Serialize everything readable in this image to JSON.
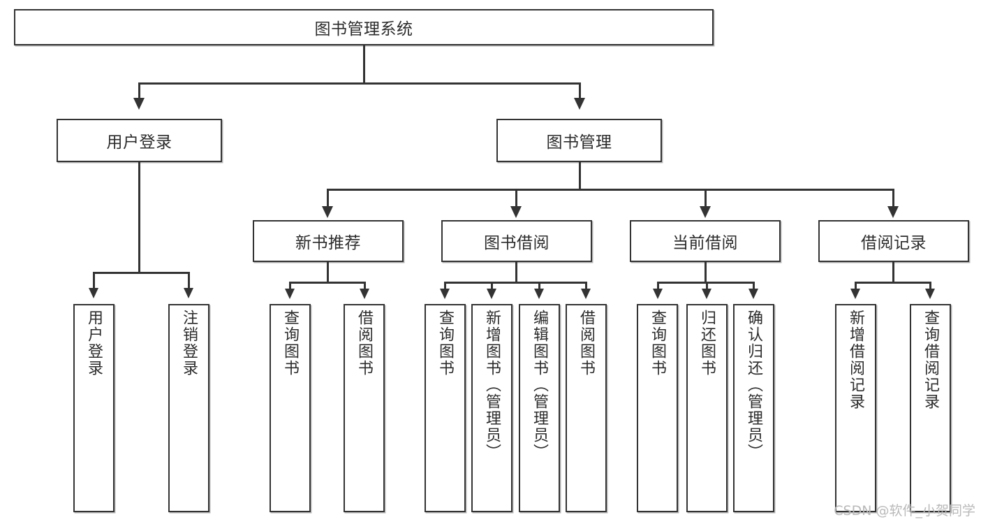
{
  "diagram": {
    "type": "hierarchy-tree",
    "title": "图书管理系统",
    "orientation": "top-down",
    "watermark": "CSDN @软件_小贺同学",
    "colors": {
      "box_border": "#333333",
      "box_fill": "#ffffff",
      "connector": "#333333",
      "text": "#2b2b2b",
      "watermark": "#b9b9b9"
    }
  },
  "nodes": {
    "root": {
      "label": "图书管理系统",
      "level": 1
    },
    "level2": [
      {
        "id": "user-login",
        "label": "用户登录"
      },
      {
        "id": "book-management",
        "label": "图书管理"
      }
    ],
    "level3": [
      {
        "id": "new-book-recommend",
        "label": "新书推荐",
        "parent": "book-management"
      },
      {
        "id": "book-borrow",
        "label": "图书借阅",
        "parent": "book-management"
      },
      {
        "id": "current-borrow",
        "label": "当前借阅",
        "parent": "book-management"
      },
      {
        "id": "borrow-record",
        "label": "借阅记录",
        "parent": "book-management"
      }
    ],
    "leaves": {
      "user_login": [
        {
          "id": "leaf-user-login",
          "label": "用户登录"
        },
        {
          "id": "leaf-logout",
          "label": "注销登录"
        }
      ],
      "new_book_recommend": [
        {
          "id": "leaf-query-book-1",
          "label": "查询图书"
        },
        {
          "id": "leaf-borrow-book-1",
          "label": "借阅图书"
        }
      ],
      "book_borrow": [
        {
          "id": "leaf-query-book-2",
          "label": "查询图书"
        },
        {
          "id": "leaf-add-book",
          "label": "新增图书（管理员）"
        },
        {
          "id": "leaf-edit-book",
          "label": "编辑图书（管理员）"
        },
        {
          "id": "leaf-borrow-book-2",
          "label": "借阅图书"
        }
      ],
      "current_borrow": [
        {
          "id": "leaf-query-book-3",
          "label": "查询图书"
        },
        {
          "id": "leaf-return-book",
          "label": "归还图书"
        },
        {
          "id": "leaf-confirm-return",
          "label": "确认归还（管理员）"
        }
      ],
      "borrow_record": [
        {
          "id": "leaf-add-record",
          "label": "新增借阅记录"
        },
        {
          "id": "leaf-query-record",
          "label": "查询借阅记录"
        }
      ]
    }
  }
}
